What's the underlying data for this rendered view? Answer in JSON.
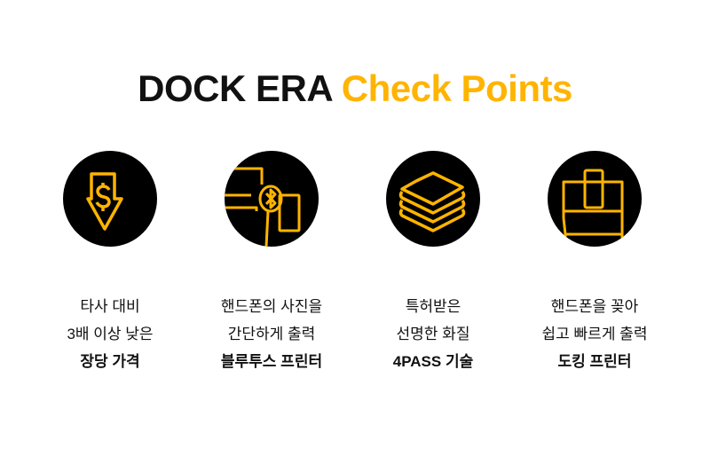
{
  "title": {
    "main": "DOCK ERA",
    "accent": "Check Points"
  },
  "accent_color": "#ffb400",
  "items": [
    {
      "icon": "dollar-down-arrow-icon",
      "line1": "타사 대비",
      "line2": "3배 이상 낮은",
      "bold": "장당 가격"
    },
    {
      "icon": "bluetooth-printer-icon",
      "line1": "핸드폰의 사진을",
      "line2": "간단하게 출력",
      "bold": "블루투스 프린터"
    },
    {
      "icon": "layers-icon",
      "line1": "특허받은",
      "line2": "선명한 화질",
      "bold": "4PASS 기술"
    },
    {
      "icon": "dock-printer-icon",
      "line1": "핸드폰을 꽂아",
      "line2": "쉽고 빠르게 출력",
      "bold": "도킹 프린터"
    }
  ]
}
